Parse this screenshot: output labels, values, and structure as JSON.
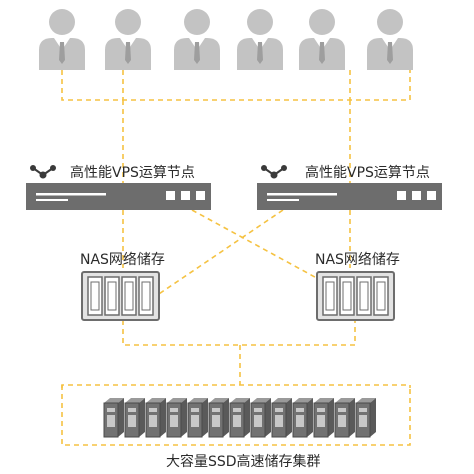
{
  "labels": {
    "vps_node": "高性能VPS运算节点",
    "nas_storage": "NAS网络储存",
    "ssd_cluster": "大容量SSD高速储存集群"
  },
  "counts": {
    "users": 6,
    "cluster_servers": 13
  },
  "colors": {
    "user_icon": "#c3c3c3",
    "device_dark": "#6d6d6d",
    "device_light": "#ffffff",
    "nas_body": "#e3e3e3",
    "nas_outline": "#6d6d6d",
    "connector_dash": "#f5c242",
    "network_icon": "#3a3a3a",
    "label_text": "#2b2b2b"
  },
  "icons": {
    "user": "user-silhouette-icon",
    "network": "network-nodes-icon",
    "server": "rack-server-icon",
    "nas": "nas-drive-bay-icon",
    "cluster_server": "tower-server-icon"
  }
}
